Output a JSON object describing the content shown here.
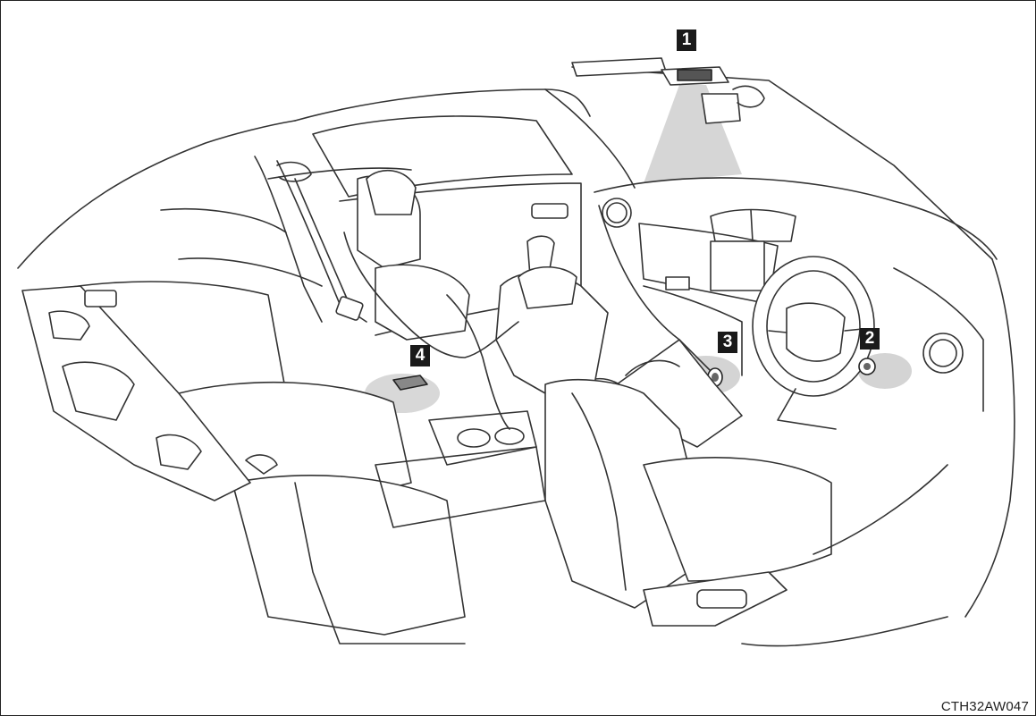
{
  "diagram": {
    "callouts": [
      {
        "id": "1",
        "label": "1"
      },
      {
        "id": "2",
        "label": "2"
      },
      {
        "id": "3",
        "label": "3"
      },
      {
        "id": "4",
        "label": "4"
      }
    ],
    "code": "CTH32AW047"
  }
}
